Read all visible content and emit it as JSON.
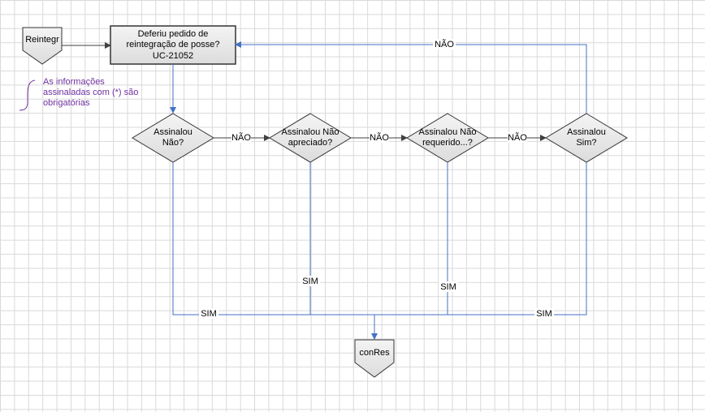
{
  "offpage_in": {
    "label": "Reintegr"
  },
  "offpage_out": {
    "label": "conRes"
  },
  "process": {
    "line1": "Deferiu pedido de",
    "line2": "reintegração de posse?",
    "line3": "UC-21052"
  },
  "note": {
    "line1": "As informações",
    "line2": "assinaladas com (*) são",
    "line3": "obrigatórias"
  },
  "decisions": [
    {
      "line1": "Assinalou",
      "line2": "Não?"
    },
    {
      "line1": "Assinalou Não",
      "line2": "apreciado?"
    },
    {
      "line1": "Assinalou Não",
      "line2": "requerido...?"
    },
    {
      "line1": "Assinalou",
      "line2": "Sim?"
    }
  ],
  "edge_labels": {
    "nao_1": "NÃO",
    "nao_2": "NÃO",
    "nao_3": "NÃO",
    "nao_back": "NÃO",
    "sim_1": "SIM",
    "sim_2": "SIM",
    "sim_3": "SIM",
    "sim_4": "SIM"
  },
  "colors": {
    "connector_blue": "#4472c4",
    "connector_dark": "#404040",
    "shape_fill": "#e6e6e6",
    "shape_stroke": "#333333",
    "note_purple": "#7030a0",
    "grid": "#d9d9d9"
  }
}
